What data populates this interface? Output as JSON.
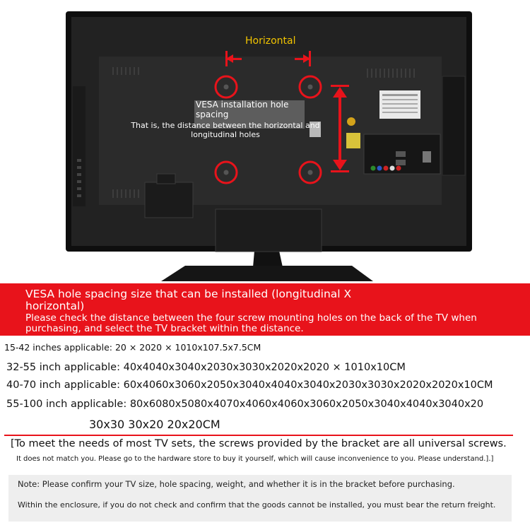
{
  "illustration": {
    "horizontal_label": "Horizontal",
    "vesa_title": "VESA installation hole spacing",
    "vesa_description": "That is, the distance between the horizontal and longitudinal holes",
    "accent_red": "#e8131b",
    "label_yellow": "#f2c400"
  },
  "banner": {
    "title": "VESA hole spacing size that can be installed (longitudinal X horizontal)",
    "subtitle": "Please check the distance between the four screw mounting holes on the back of the TV when purchasing, and select the TV bracket within the distance."
  },
  "specs": [
    "15-42 inches applicable: 20 × 2020 × 1010x107.5x7.5CM",
    "32-55 inch applicable: 40x4040x3040x2030x3030x2020x2020 × 1010x10CM",
    "40-70 inch applicable: 60x4060x3060x2050x3040x4040x3040x2030x3030x2020x2020x10CM",
    "55-100 inch applicable: 80x6080x5080x4070x4060x4060x3060x2050x3040x4040x3040x20",
    "30x30 30x20 20x20CM"
  ],
  "screws": {
    "note": "[To meet the needs of most TV sets, the screws provided by the bracket are all universal screws.",
    "sub": "It does not match you. Please go to the hardware store to buy it yourself, which will cause inconvenience to you. Please understand.].]"
  },
  "notes": {
    "line1": "Note: Please confirm your TV size, hole spacing, weight, and whether it is in the bracket before purchasing.",
    "line2": "Within the enclosure, if you do not check and confirm that the goods cannot be installed, you must bear the return freight."
  }
}
